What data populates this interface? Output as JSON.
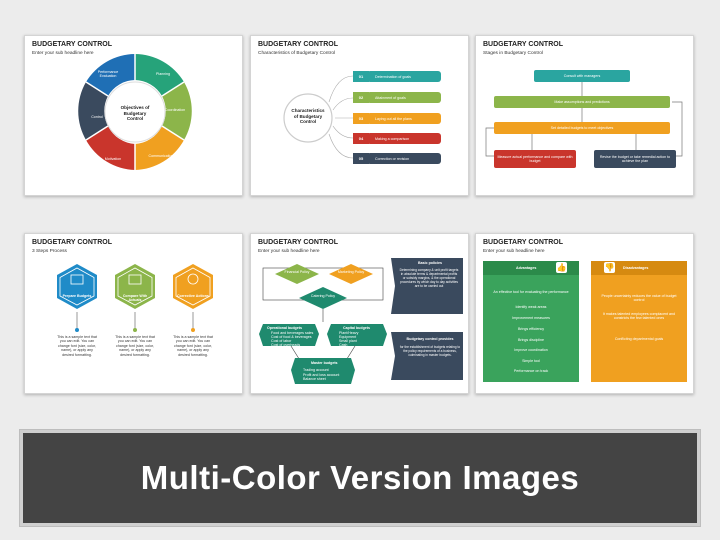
{
  "slide1": {
    "title": "BUDGETARY CONTROL",
    "subtitle": "Enter your sub headline here",
    "center": "Objectives of Budgetary Control",
    "segments": [
      "Performance Evaluation",
      "Planning",
      "Coordination",
      "Communication",
      "Motivation",
      "Control"
    ],
    "colors": [
      "#1f6fb5",
      "#26a37a",
      "#8cb54a",
      "#f0a020",
      "#c9352c",
      "#3a4a5e"
    ]
  },
  "slide2": {
    "title": "BUDGETARY CONTROL",
    "subtitle": "Characteristics of Budgetary Control",
    "center": "Characteristics of Budgetary Control",
    "items": [
      {
        "num": "01",
        "label": "Determination of goals"
      },
      {
        "num": "02",
        "label": "Attainment of goals"
      },
      {
        "num": "03",
        "label": "Laying out all the plans"
      },
      {
        "num": "04",
        "label": "Making a comparison"
      },
      {
        "num": "05",
        "label": "Correction or revision"
      }
    ]
  },
  "slide3": {
    "title": "BUDGETARY CONTROL",
    "subtitle": "Stages in Budgetary Control",
    "steps": [
      "Consult with managers",
      "Make assumptions and predictions",
      "Set detailed budgets to meet objectives",
      "Measure actual performance and compare with budget",
      "Revise the budget or take remedial action to achieve the plan"
    ]
  },
  "slide4": {
    "title": "BUDGETARY CONTROL",
    "subtitle": "3 Steps Process",
    "steps": [
      {
        "label": "Prepare Budgets"
      },
      {
        "label": "Compare With Actuals"
      },
      {
        "label": "Corrective Actions"
      }
    ],
    "body": "This is a sample text that you can edit. You can change font (size, color, name), or apply any desired formatting."
  },
  "slide5": {
    "title": "BUDGETARY CONTROL",
    "subtitle": "Enter your sub headline here",
    "diamonds": [
      "Financial Policy",
      "Marketing Policy",
      "Catering Policy"
    ],
    "operational": {
      "title": "Operational budgets",
      "items": [
        "Food and beverages sales",
        "Cost of food & beverages",
        "Cost of labor",
        "Cost of overheads"
      ]
    },
    "capital": {
      "title": "Capital budgets",
      "items": [
        "Plant/Heavy",
        "Equipment",
        "Small plant",
        "Cash"
      ]
    },
    "master": {
      "title": "Master budgets",
      "items": [
        "Trading account",
        "Profit and loss account",
        "Balance sheet"
      ]
    },
    "basic": {
      "title": "Basic policies",
      "text": "Determining company & unit profit targets in absolute terms & departmental profits or subsidy margins, & the operational procedures by which day to day activities are to be carried out"
    },
    "provides": {
      "title": "Budgetary control provides",
      "text": "for the establishment of budgets relating to the policy requirements of a business, culminating in master budgets."
    }
  },
  "slide6": {
    "title": "BUDGETARY CONTROL",
    "subtitle": "Enter your sub headline here",
    "advantages": {
      "title": "Advantages",
      "items": [
        "An effective tool for evaluating the performance",
        "Identify weak areas",
        "Improvement measures",
        "Brings efficiency",
        "Brings discipline",
        "Improve coordination",
        "Simple tool",
        "Performance on track"
      ]
    },
    "disadvantages": {
      "title": "Disadvantages",
      "items": [
        "People uncertainty reduces the value of budget control",
        "It makes talented employees complacent and constricts the few talented ones",
        "Conflicting departmental goals"
      ]
    }
  },
  "banner": "Multi-Color Version Images"
}
